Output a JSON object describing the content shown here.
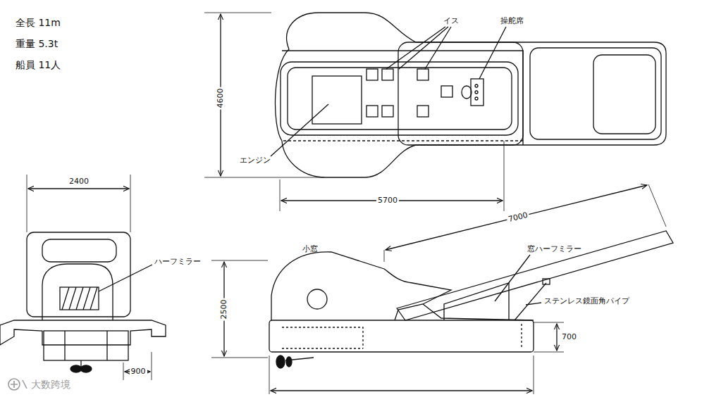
{
  "diagram": {
    "labels": [
      "全長 11m",
      "重量 5.3t",
      "船員 11人",
      "4600",
      "イス",
      "操舵席",
      "エンジン",
      "5700",
      "7000",
      "2400",
      "ハーフミラー",
      "2500",
      "小窓",
      "窓ハーフミラー",
      "ステンレス鏡面角パイプ",
      "700",
      "900",
      "大数跨境"
    ]
  }
}
